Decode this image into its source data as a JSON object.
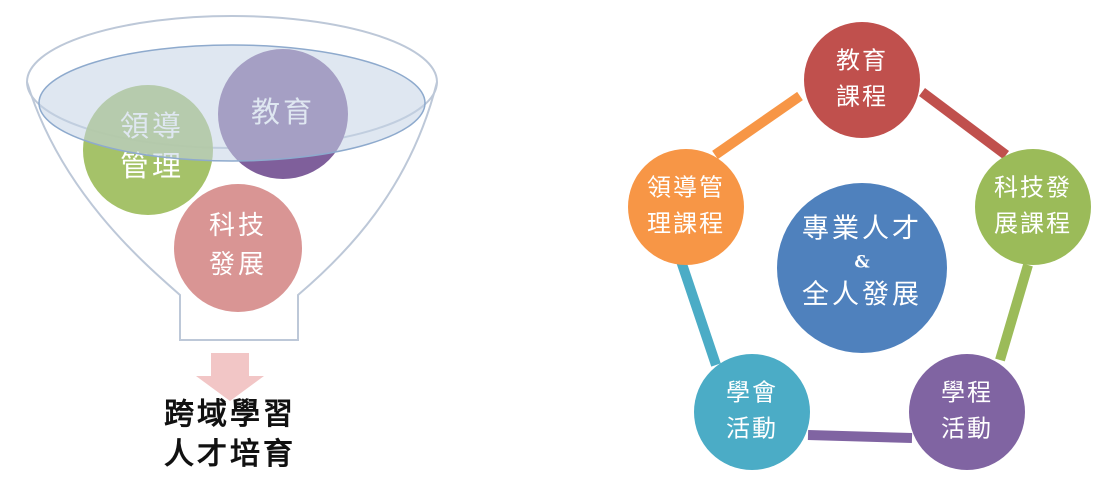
{
  "funnel": {
    "circles": [
      {
        "id": "leadership",
        "lines": [
          "領導",
          "管理"
        ],
        "color": "#9bbb59"
      },
      {
        "id": "education",
        "lines": [
          "教育"
        ],
        "color": "#7f5f9b"
      },
      {
        "id": "technology",
        "lines": [
          "科技",
          "發展"
        ],
        "color": "#d99594"
      }
    ],
    "output_lines": [
      "跨域學習",
      "人才培育"
    ],
    "arrow_color": "#f2c6c6",
    "rim_color": "#c5d4e6"
  },
  "cycle": {
    "center": {
      "lines": [
        "專業人才",
        "&",
        "全人發展"
      ],
      "color": "#4f81bd"
    },
    "nodes": [
      {
        "id": "education-course",
        "lines": [
          "教育",
          "課程"
        ],
        "color": "#c0504d"
      },
      {
        "id": "tech-course",
        "lines": [
          "科技發",
          "展課程"
        ],
        "color": "#9bbb59"
      },
      {
        "id": "program-activity",
        "lines": [
          "學程",
          "活動"
        ],
        "color": "#8064a2"
      },
      {
        "id": "association-activity",
        "lines": [
          "學會",
          "活動"
        ],
        "color": "#4bacc6"
      },
      {
        "id": "leadership-course",
        "lines": [
          "領導管",
          "理課程"
        ],
        "color": "#f79646"
      }
    ]
  }
}
